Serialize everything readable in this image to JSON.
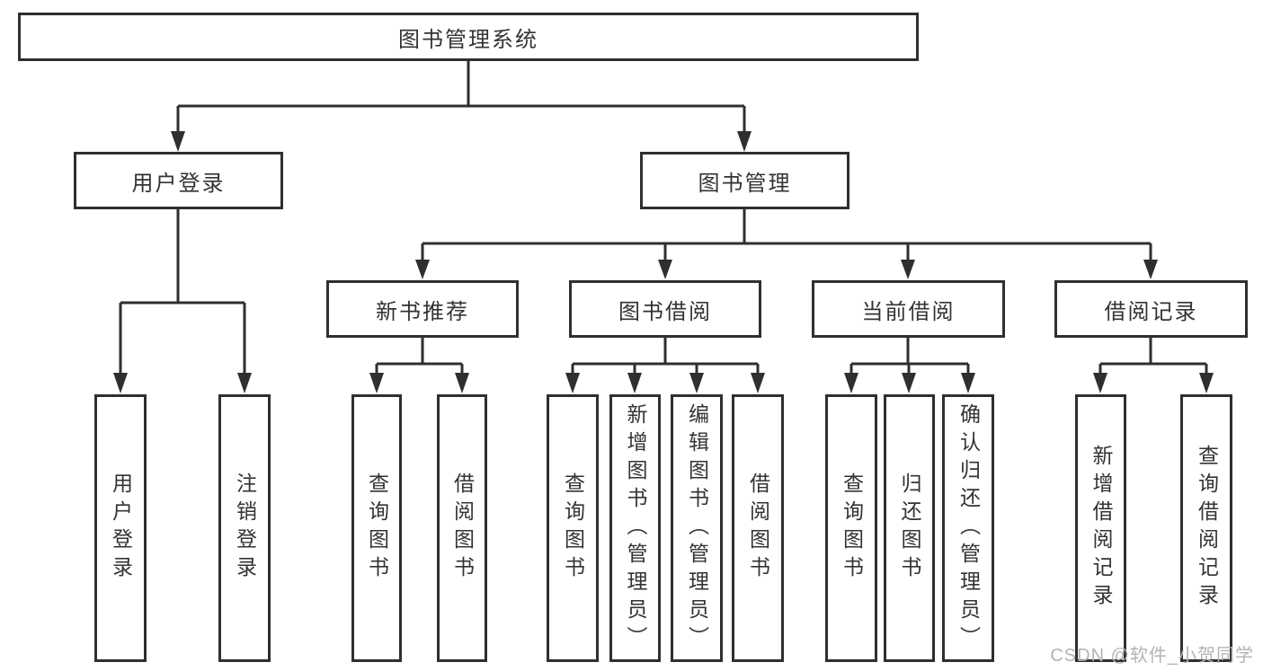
{
  "diagram": {
    "root": {
      "label": "图书管理系统"
    },
    "branches": [
      {
        "label": "用户登录",
        "children": [
          {
            "label": "用户登录"
          },
          {
            "label": "注销登录"
          }
        ]
      },
      {
        "label": "图书管理",
        "children": [
          {
            "label": "新书推荐",
            "children": [
              {
                "label": "查询图书"
              },
              {
                "label": "借阅图书"
              }
            ]
          },
          {
            "label": "图书借阅",
            "children": [
              {
                "label": "查询图书"
              },
              {
                "label": "新增图书（管理员）"
              },
              {
                "label": "编辑图书（管理员）"
              },
              {
                "label": "借阅图书"
              }
            ]
          },
          {
            "label": "当前借阅",
            "children": [
              {
                "label": "查询图书"
              },
              {
                "label": "归还图书"
              },
              {
                "label": "确认归还（管理员）"
              }
            ]
          },
          {
            "label": "借阅记录",
            "children": [
              {
                "label": "新增借阅记录"
              },
              {
                "label": "查询借阅记录"
              }
            ]
          }
        ]
      }
    ]
  },
  "watermark": {
    "text": "CSDN @软件_小贺同学"
  },
  "colors": {
    "line": "#2f2f2f",
    "text": "#333333",
    "background": "#ffffff",
    "watermark": "#b3b3b3"
  }
}
